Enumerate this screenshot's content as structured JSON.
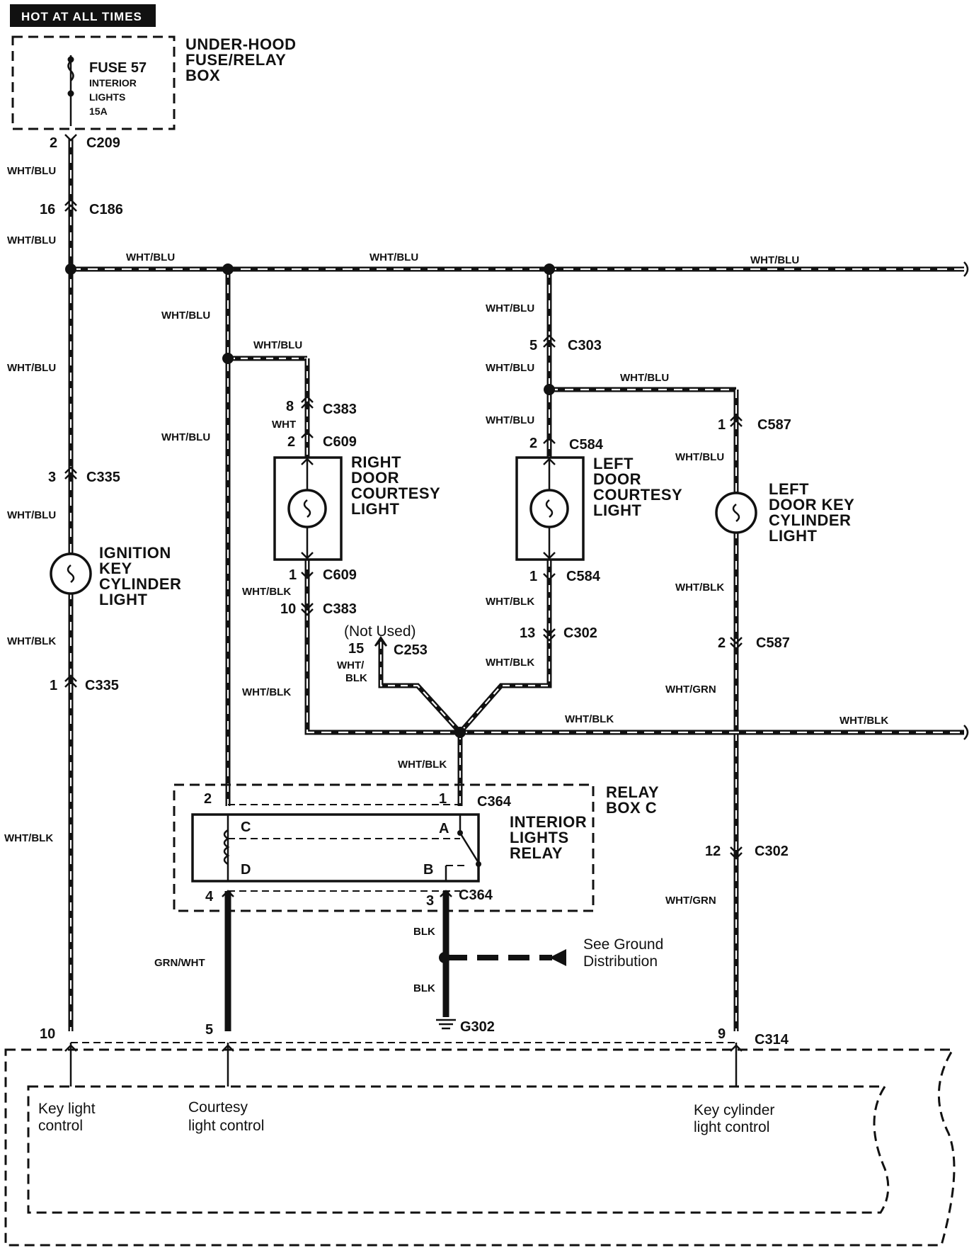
{
  "banner": "HOT AT ALL TIMES",
  "fuse_box": {
    "fuse_label": "FUSE 57",
    "fuse_desc_1": "INTERIOR",
    "fuse_desc_2": "LIGHTS",
    "fuse_rating": "15A",
    "box_1": "UNDER-HOOD",
    "box_2": "FUSE/RELAY",
    "box_3": "BOX"
  },
  "connectors": {
    "c209": "C209",
    "c186": "C186",
    "c335": "C335",
    "c383": "C383",
    "c609": "C609",
    "c303": "C303",
    "c584": "C584",
    "c587": "C587",
    "c302": "C302",
    "c253": "C253",
    "c364": "C364",
    "c314": "C314",
    "g302": "G302"
  },
  "pins": {
    "p2": "2",
    "p16": "16",
    "p3": "3",
    "p1": "1",
    "p10": "10",
    "p8": "8",
    "p5": "5",
    "p13": "13",
    "p15": "15",
    "p12": "12",
    "p4": "4",
    "p9": "9"
  },
  "wires": {
    "wht_blu": "WHT/BLU",
    "wht_blk": "WHT/BLK",
    "wht": "WHT",
    "wht_grn": "WHT/GRN",
    "grn_wht": "GRN/WHT",
    "blk": "BLK",
    "wht_slash": "WHT/",
    "blk_only": "BLK"
  },
  "components": {
    "ignition_1": "IGNITION",
    "ignition_2": "KEY",
    "ignition_3": "CYLINDER",
    "ignition_4": "LIGHT",
    "rdoor_1": "RIGHT",
    "rdoor_2": "DOOR",
    "rdoor_3": "COURTESY",
    "rdoor_4": "LIGHT",
    "ldoor_1": "LEFT",
    "ldoor_2": "DOOR",
    "ldoor_3": "COURTESY",
    "ldoor_4": "LIGHT",
    "lkey_1": "LEFT",
    "lkey_2": "DOOR KEY",
    "lkey_3": "CYLINDER",
    "lkey_4": "LIGHT",
    "not_used": "(Not Used)",
    "relay_box_1": "RELAY",
    "relay_box_2": "BOX C",
    "relay_1": "INTERIOR",
    "relay_2": "LIGHTS",
    "relay_3": "RELAY",
    "term_a": "A",
    "term_b": "B",
    "term_c": "C",
    "term_d": "D",
    "ground_1": "See Ground",
    "ground_2": "Distribution"
  },
  "control_unit": {
    "key_1": "Key light",
    "key_2": "control",
    "courtesy_1": "Courtesy",
    "courtesy_2": "light control",
    "cyl_1": "Key cylinder",
    "cyl_2": "light control"
  }
}
